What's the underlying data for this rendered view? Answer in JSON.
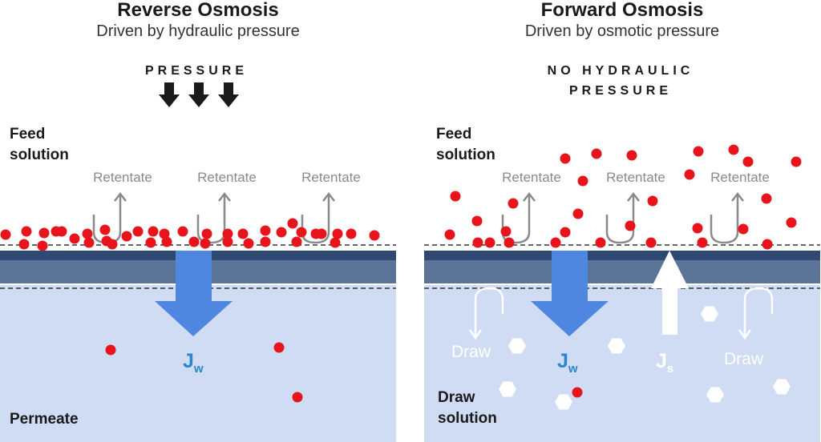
{
  "left": {
    "title": "Reverse Osmosis",
    "subtitle": "Driven by hydraulic pressure",
    "pressure_label": "PRESSURE",
    "feed_label": "Feed\nsolution",
    "retentate_labels": [
      "Retentate",
      "Retentate",
      "Retentate"
    ],
    "flux_label": "J",
    "flux_sub": "w",
    "bottom_label": "Permeate"
  },
  "right": {
    "title": "Forward Osmosis",
    "subtitle": "Driven by osmotic pressure",
    "pressure_label": "NO HYDRAULIC\nPRESSURE",
    "feed_label": "Feed\nsolution",
    "retentate_labels": [
      "Retentate",
      "Retentate",
      "Retentate"
    ],
    "flux_label": "J",
    "flux_sub": "w",
    "solute_flux_label": "J",
    "solute_flux_sub": "s",
    "draw_labels": [
      "Draw",
      "Draw"
    ],
    "bottom_label": "Draw\nsolution"
  },
  "colors": {
    "solute_dot": "#e8141c",
    "permeate_bg": "#cfdcf4",
    "membrane_top": "#2f4a72",
    "membrane_bottom": "#5d7499",
    "water_arrow": "#4f86e0",
    "flux_text": "#2a86cf",
    "retentate_gray": "#8a8a8a",
    "draw_solute": "#ffffff"
  }
}
